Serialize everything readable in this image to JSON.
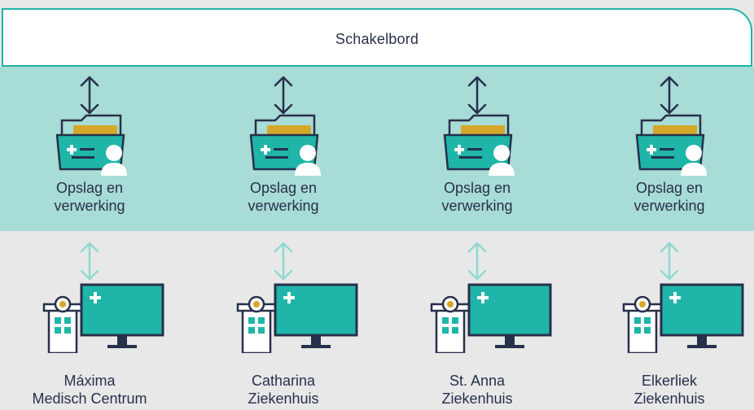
{
  "switchboard": {
    "label": "Schakelbord"
  },
  "nodes": [
    {
      "storage_line1": "Opslag en",
      "storage_line2": "verwerking",
      "hospital_line1": "Máxima",
      "hospital_line2": "Medisch Centrum"
    },
    {
      "storage_line1": "Opslag en",
      "storage_line2": "verwerking",
      "hospital_line1": "Catharina",
      "hospital_line2": "Ziekenhuis"
    },
    {
      "storage_line1": "Opslag en",
      "storage_line2": "verwerking",
      "hospital_line1": "St. Anna",
      "hospital_line2": "Ziekenhuis"
    },
    {
      "storage_line1": "Opslag en",
      "storage_line2": "verwerking",
      "hospital_line1": "Elkerliek",
      "hospital_line2": "Ziekenhuis"
    }
  ],
  "icons": {
    "arrow_top": "double-arrow-icon",
    "arrow_bottom": "double-arrow-light-icon",
    "storage": "patient-folder-icon",
    "hospital": "hospital-computer-icon"
  },
  "colors": {
    "teal": "#1fb5a8",
    "band": "#a8dcd6",
    "navy": "#27304a",
    "gold": "#d4a82a",
    "light_arrow": "#8fd9cf",
    "background": "#e8e8e8"
  }
}
